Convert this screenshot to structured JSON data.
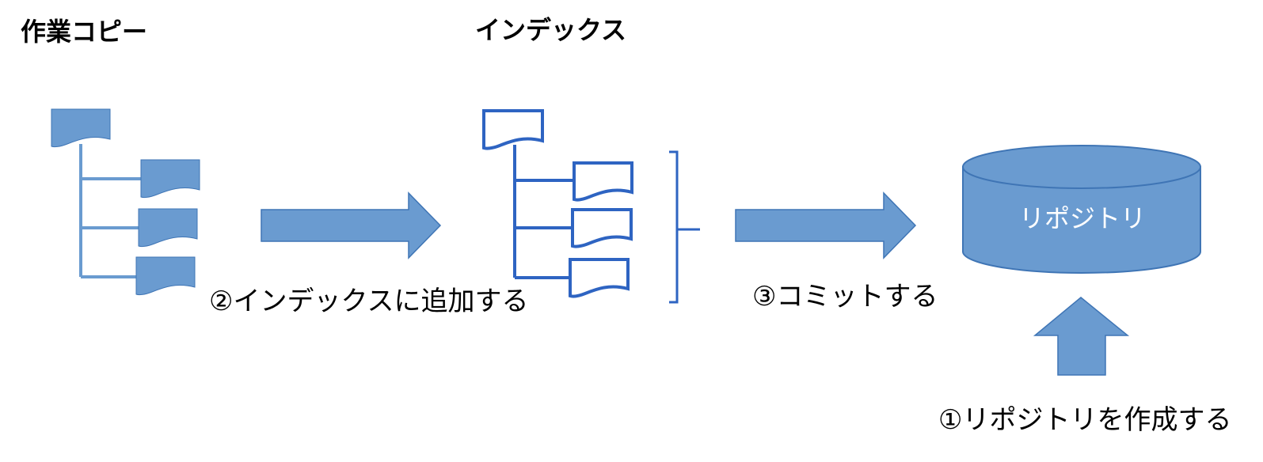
{
  "headings": {
    "working_copy": "作業コピー",
    "index": "インデックス"
  },
  "repository_label": "リポジトリ",
  "steps": {
    "add_to_index": "②インデックスに追加する",
    "commit": "③コミットする",
    "create_repository": "①リポジトリを作成する"
  },
  "colors": {
    "fill": "#6a9bd0",
    "stroke": "#3f75b5",
    "index_line": "#2e64c2",
    "tree_line": "#6a9bd0",
    "text": "#000000"
  },
  "icons": [
    "document-icon",
    "folder-tree-icon",
    "right-arrow-icon",
    "up-arrow-icon",
    "bracket-icon",
    "database-cylinder-icon"
  ]
}
